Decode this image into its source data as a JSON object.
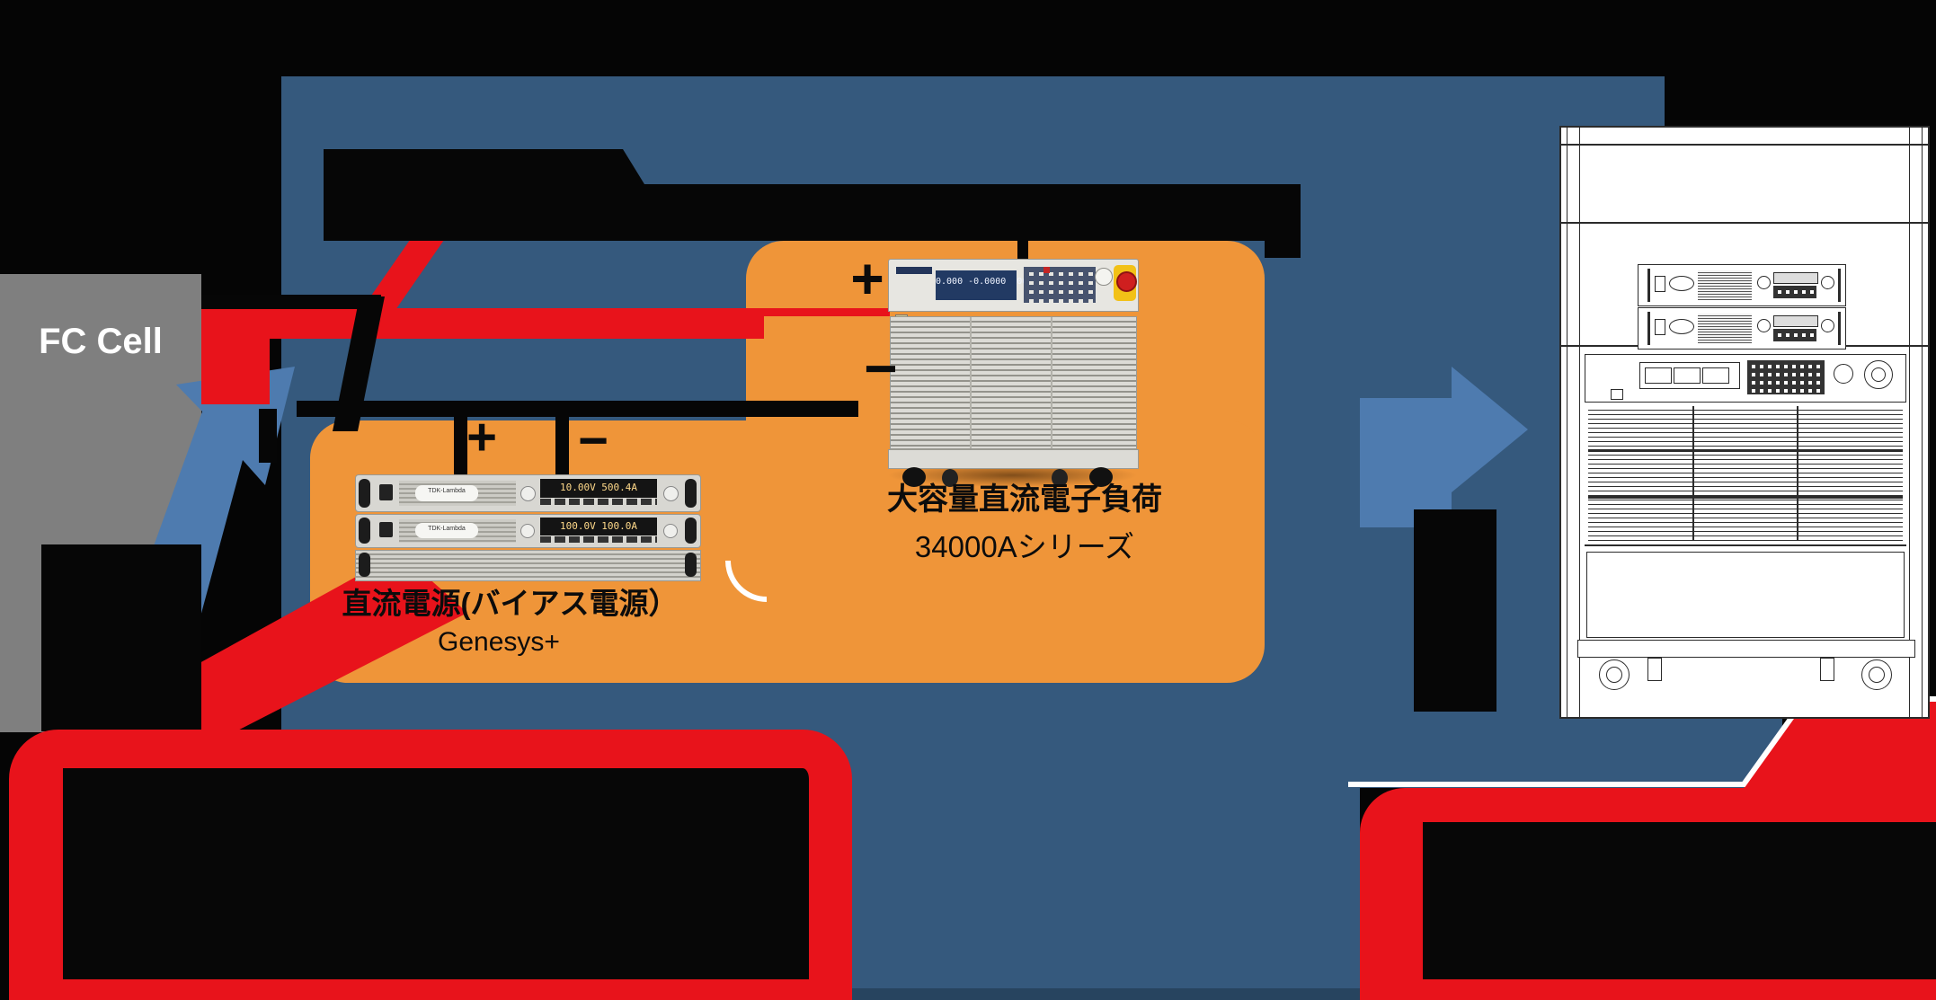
{
  "diagram": {
    "fc_cell_label": "FC Cell",
    "electronic_load": {
      "title": "大容量直流電子負荷",
      "series": "34000Aシリーズ",
      "plus": "+",
      "minus": "−",
      "display": "0.000 -0.0000  00"
    },
    "bias_supply": {
      "title": "直流電源(バイアス電源）",
      "model": "Genesys+",
      "plus": "+",
      "minus": "−",
      "brand": "TDK-Lambda",
      "display_top": "10.00V 500.4A",
      "display_bottom": "100.0V 100.0A"
    },
    "colors": {
      "panel_blue": "#35597D",
      "arrow_blue": "#4E7BAF",
      "accent_orange": "#EF9539",
      "accent_red": "#E8131B",
      "fc_gray": "#7F7F7F"
    }
  }
}
